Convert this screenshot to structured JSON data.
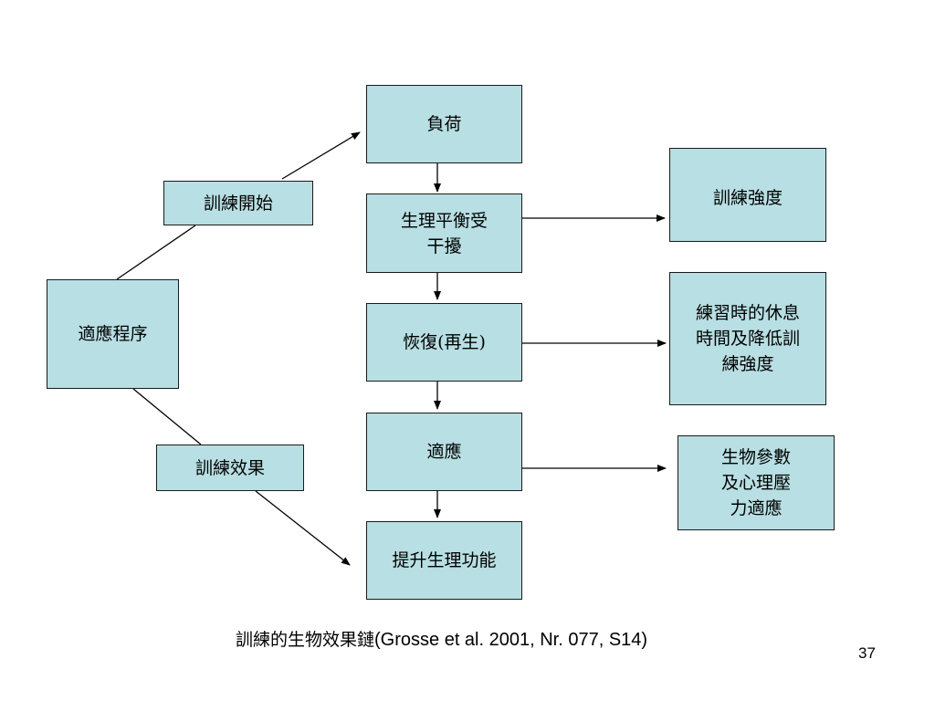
{
  "diagram": {
    "fill_color": "#b8dfe3",
    "line_color": "#000000",
    "nodes": {
      "load": "負荷",
      "disturbance": "生理平衡受\n干擾",
      "recovery": "恢復(再生)",
      "adaptation": "適應",
      "improve": "提升生理功能",
      "adaptation_process": "適應程序",
      "training_start": "訓練開始",
      "training_effect": "訓練效果",
      "training_intensity": "訓練強度",
      "rest_reduce": "練習時的休息\n時間及降低訓\n練強度",
      "bio_psych": "生物參數\n及心理壓\n力適應"
    }
  },
  "caption": {
    "text": "訓練的生物效果鏈",
    "citation": "(Grosse et al. 2001, Nr. 077, S14)"
  },
  "page_number": "37"
}
